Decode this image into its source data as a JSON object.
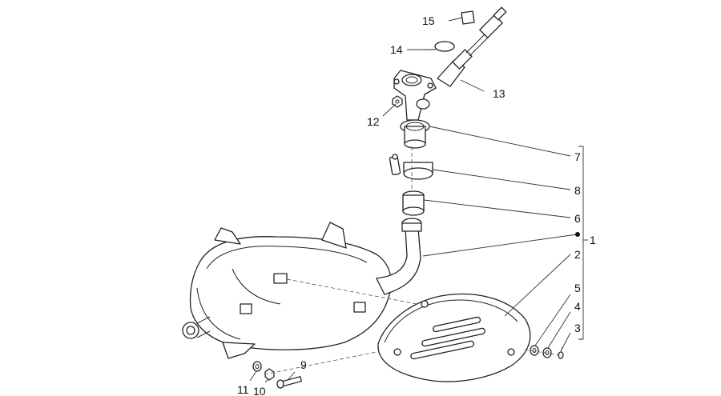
{
  "callouts": [
    {
      "id": "15",
      "text": "15"
    },
    {
      "id": "14",
      "text": "14"
    },
    {
      "id": "13",
      "text": "13"
    },
    {
      "id": "12",
      "text": "12"
    },
    {
      "id": "7",
      "text": "7"
    },
    {
      "id": "8",
      "text": "8"
    },
    {
      "id": "6",
      "text": "6"
    },
    {
      "id": "1",
      "text": "1"
    },
    {
      "id": "2",
      "text": "2"
    },
    {
      "id": "5",
      "text": "5"
    },
    {
      "id": "4",
      "text": "4"
    },
    {
      "id": "3",
      "text": "3"
    },
    {
      "id": "9",
      "text": "9"
    },
    {
      "id": "11",
      "text": "11"
    },
    {
      "id": "10",
      "text": "10"
    }
  ]
}
